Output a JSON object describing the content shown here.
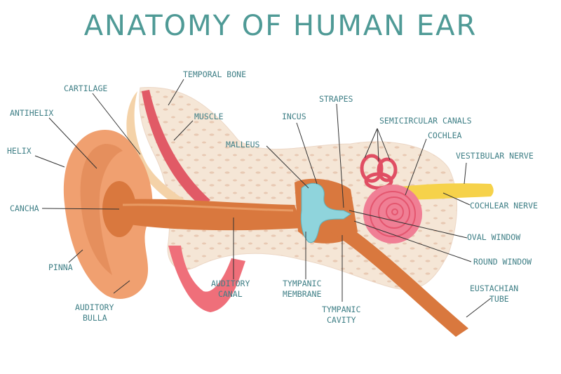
{
  "title": "ANATOMY OF HUMAN EAR",
  "colors": {
    "title": "#4f9a96",
    "label": "#3f7f86",
    "skin": "#f0a070",
    "canal": "#d9783e",
    "bone": "#f5e6d6",
    "muscle": "#e15a66",
    "ossicles": "#8fd4dc",
    "cochlea": "#f07f95",
    "nerve": "#f6d24a"
  },
  "labels": {
    "antihelix": "ANTIHELIX",
    "helix": "HELIX",
    "cancha": "CANCHA",
    "pinna": "PINNA",
    "auditory_bulla": [
      "AUDITORY",
      "BULLA"
    ],
    "cartilage": "CARTILAGE",
    "temporal_bone": "TEMPORAL BONE",
    "muscle": "MUSCLE",
    "malleus": "MALLEUS",
    "incus": "INCUS",
    "strapes": "STRAPES",
    "semicircular_canals": "SEMICIRCULAR CANALS",
    "cochlea": "COCHLEA",
    "vestibular_nerve": "VESTIBULAR NERVE",
    "cochlear_nerve": "COCHLEAR NERVE",
    "oval_window": "OVAL WINDOW",
    "round_window": "ROUND WINDOW",
    "auditory_canal": [
      "AUDITORY",
      "CANAL"
    ],
    "tympanic_membrane": [
      "TYMPANIC",
      "MEMBRANE"
    ],
    "tympanic_cavity": [
      "TYMPANIC",
      "CAVITY"
    ],
    "eustachian_tube": [
      "EUSTACHIAN",
      "TUBE"
    ]
  }
}
